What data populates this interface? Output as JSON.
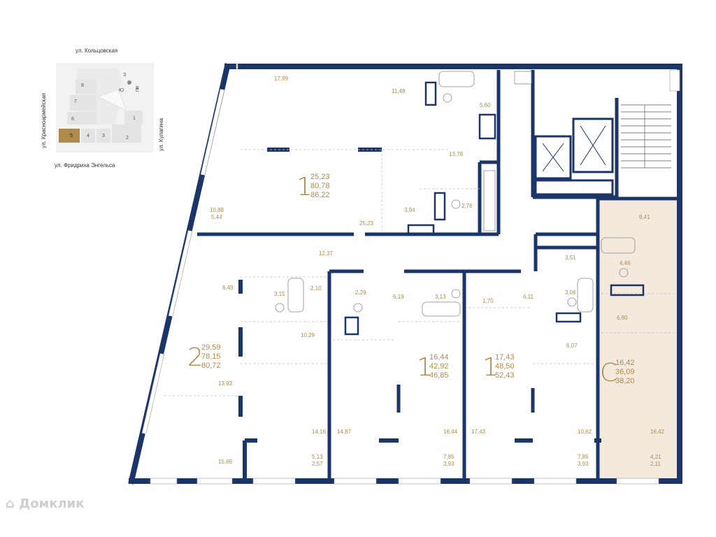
{
  "map": {
    "street_top": "ул. Кольцовская",
    "street_left": "ул. Красноармейская",
    "street_right": "ул. Кулагина",
    "street_bottom": "ул. Фридриха Энгельса",
    "sections": [
      "8",
      "7",
      "6",
      "5",
      "4",
      "3",
      "2",
      "1"
    ],
    "highlight_section": "5",
    "compass": [
      "С",
      "В",
      "Ю",
      "З"
    ]
  },
  "units": [
    {
      "type": "1",
      "living": "25,23",
      "total1": "80,78",
      "total2": "86,22"
    },
    {
      "type": "2",
      "living": "29,59",
      "total1": "78,15",
      "total2": "80,72"
    },
    {
      "type": "1",
      "living": "16,44",
      "total1": "42,92",
      "total2": "46,85"
    },
    {
      "type": "1",
      "living": "17,43",
      "total1": "48,50",
      "total2": "52,43"
    },
    {
      "type": "С",
      "living": "16,42",
      "total1": "36,09",
      "total2": "38,20"
    }
  ],
  "rooms": [
    "17,99",
    "11,48",
    "5,60",
    "13,78",
    "3,94",
    "2,76",
    "25,23",
    "10,88",
    "5,44",
    "12,37",
    "6,49",
    "3,15",
    "2,10",
    "10,29",
    "13,93",
    "14,16",
    "15,66",
    "5,13",
    "2,57",
    "2,29",
    "6,19",
    "3,13",
    "14,87",
    "16,44",
    "7,85",
    "3,93",
    "1,70",
    "6,11",
    "17,43",
    "10,62",
    "7,85",
    "3,93",
    "8,41",
    "3,51",
    "4,46",
    "3,06",
    "6,80",
    "6,07",
    "16,42",
    "4,21",
    "2,11"
  ],
  "watermark": "Домклик",
  "colors": {
    "wall": "#1c3569",
    "accent": "#b08a4a",
    "highlight": "#f3e9dc"
  }
}
